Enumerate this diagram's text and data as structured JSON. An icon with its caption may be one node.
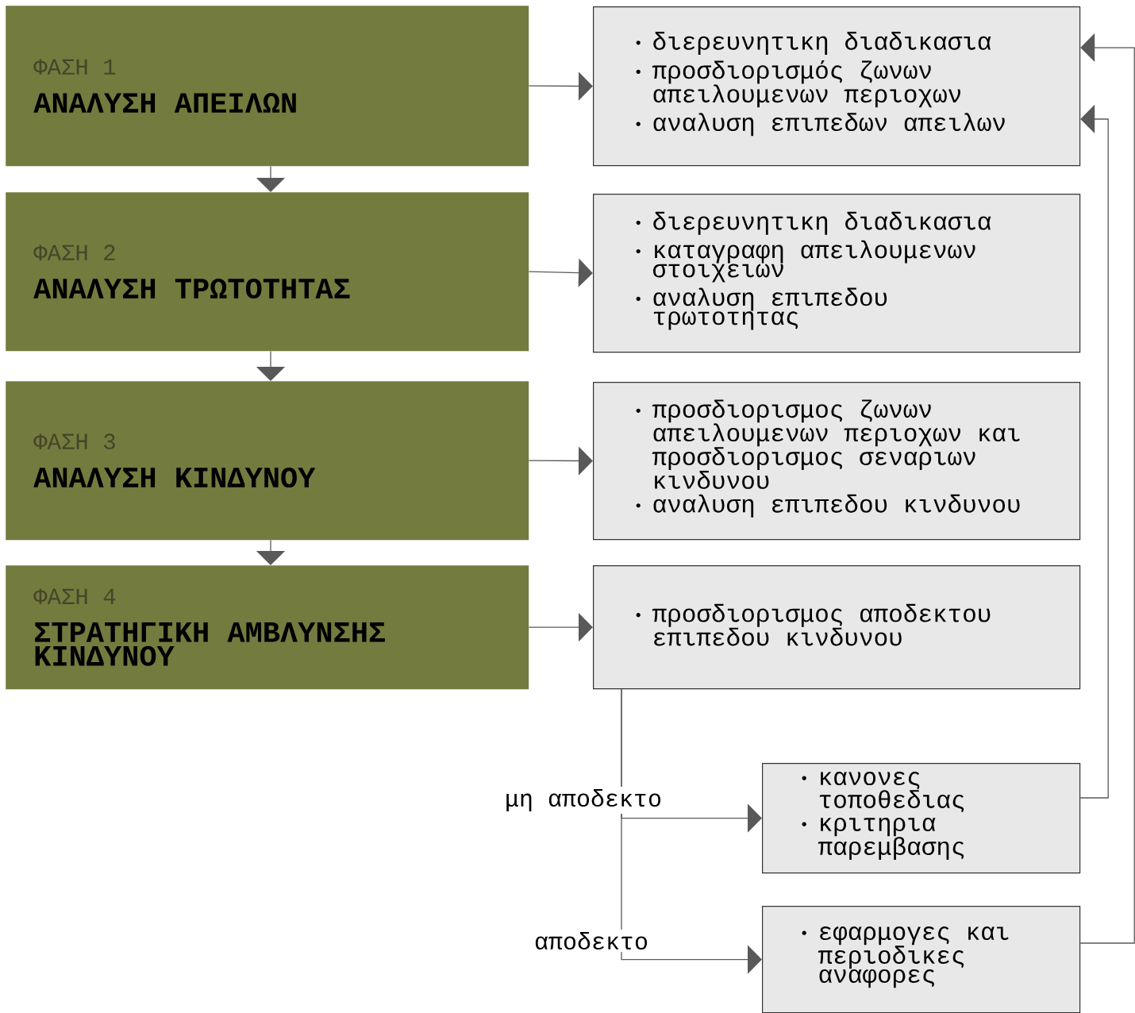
{
  "diagram": {
    "nodes": [
      {
        "text": [
          "ΦΑΣΗ 1",
          "ΑΝΑΛΥΣΗ ΑΠΕΙΛΩΝ"
        ]
      },
      {
        "text": [
          "ΦΑΣΗ 2",
          "ΑΝΑΛΥΣΗ ΤΡΩΤΟΤΗΤΑΣ"
        ]
      },
      {
        "text": [
          "ΦΑΣΗ 3",
          "ΑΝΑΛΥΣΗ ΚΙΝΔΥΝΟΥ"
        ]
      },
      {
        "text": [
          "ΦΑΣΗ 4",
          "ΣΤΡΑΤΗΓΙΚΗ ΑΜΒΛΥΝΣΗΣ ΚΙΝΔΥΝΟΥ"
        ]
      },
      {
        "text": [
          "διερευνητικη διαδικασια",
          "προσδιορισμός ζωνων απειλουμενων περιοχων",
          "αναλυση επιπεδων απειλων"
        ]
      },
      {
        "text": [
          "διερευνητικη διαδικασια",
          "καταγραφη απειλουμενων στοιχειων",
          "αναλυση επιπεδου τρωτοτητας"
        ]
      },
      {
        "text": [
          "προσδιορισμος ζωνων απειλουμενων περιοχων και προσδιορισμος σεναριων κινδυνου",
          "αναλυση επιπεδου κινδυνου"
        ]
      },
      {
        "text": [
          "προσδιορισμος αποδεκτου επιπεδου κινδυνου"
        ]
      },
      {
        "text": [
          "κανονες τοποθεδιας",
          "κριτηρια παρεμβασης"
        ]
      },
      {
        "text": [
          "εφαρμογες και περιοδικες αναφορες"
        ]
      }
    ],
    "edges": [
      {
        "from": 0,
        "to": 1,
        "arrow": "to"
      },
      {
        "from": 1,
        "to": 2,
        "arrow": "to"
      },
      {
        "from": 2,
        "to": 3,
        "arrow": "to"
      },
      {
        "from": 0,
        "to": 4,
        "arrow": "to"
      },
      {
        "from": 1,
        "to": 5,
        "arrow": "to"
      },
      {
        "from": 2,
        "to": 6,
        "arrow": "to"
      },
      {
        "from": 3,
        "to": 7,
        "arrow": "to"
      },
      {
        "from": 7,
        "to": 8,
        "arrow": "to",
        "label": "μη αποδεκτο"
      },
      {
        "from": 7,
        "to": 9,
        "arrow": "to",
        "label": "αποδεκτο"
      },
      {
        "from": 8,
        "to": 4,
        "arrow": "to"
      },
      {
        "from": 9,
        "to": 4,
        "arrow": "to"
      }
    ]
  }
}
